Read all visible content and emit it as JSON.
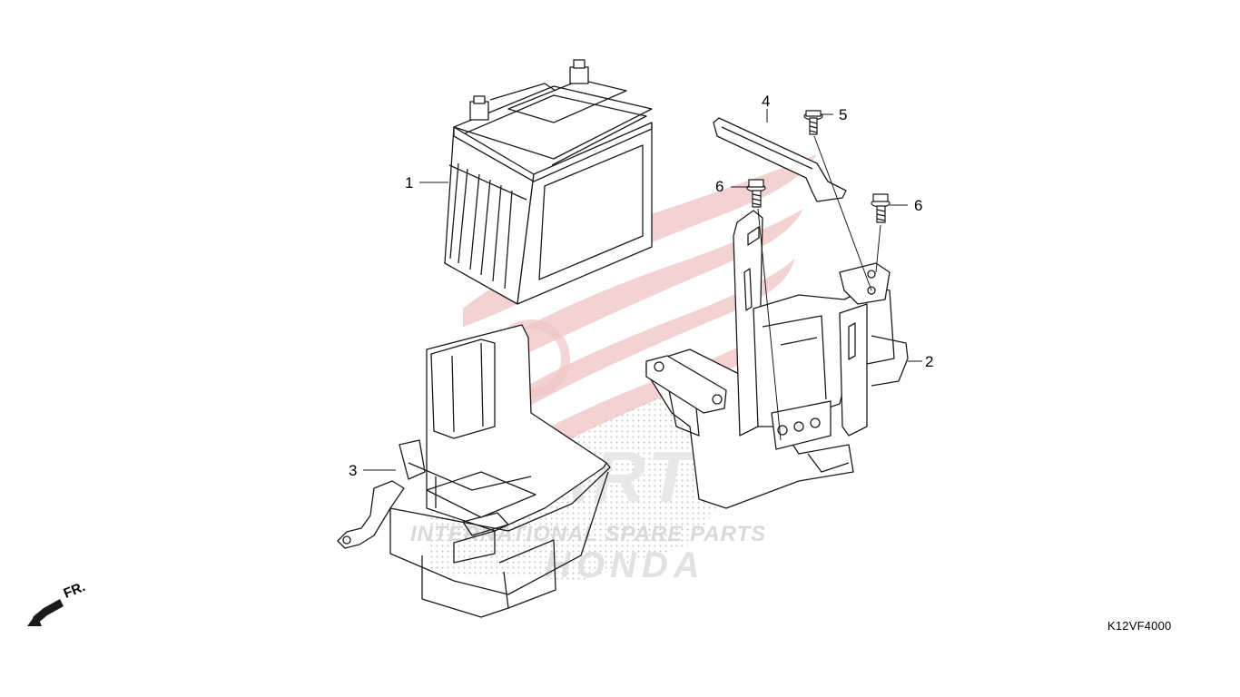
{
  "callouts": {
    "c1": "1",
    "c2": "2",
    "c3": "3",
    "c4": "4",
    "c5": "5",
    "c6a": "6",
    "c6b": "6"
  },
  "front_marker": "FR.",
  "diagram_code": "K12VF4000",
  "watermark": {
    "big": "PARTS",
    "line1": "INTERNATIONAL SPARE PARTS",
    "line2": "HONDA"
  },
  "colors": {
    "line": "#1a1a1a",
    "watermark_red": "#e8b3b3",
    "watermark_gray": "#c9c9c9"
  },
  "icons": [
    "front-arrow-icon"
  ]
}
